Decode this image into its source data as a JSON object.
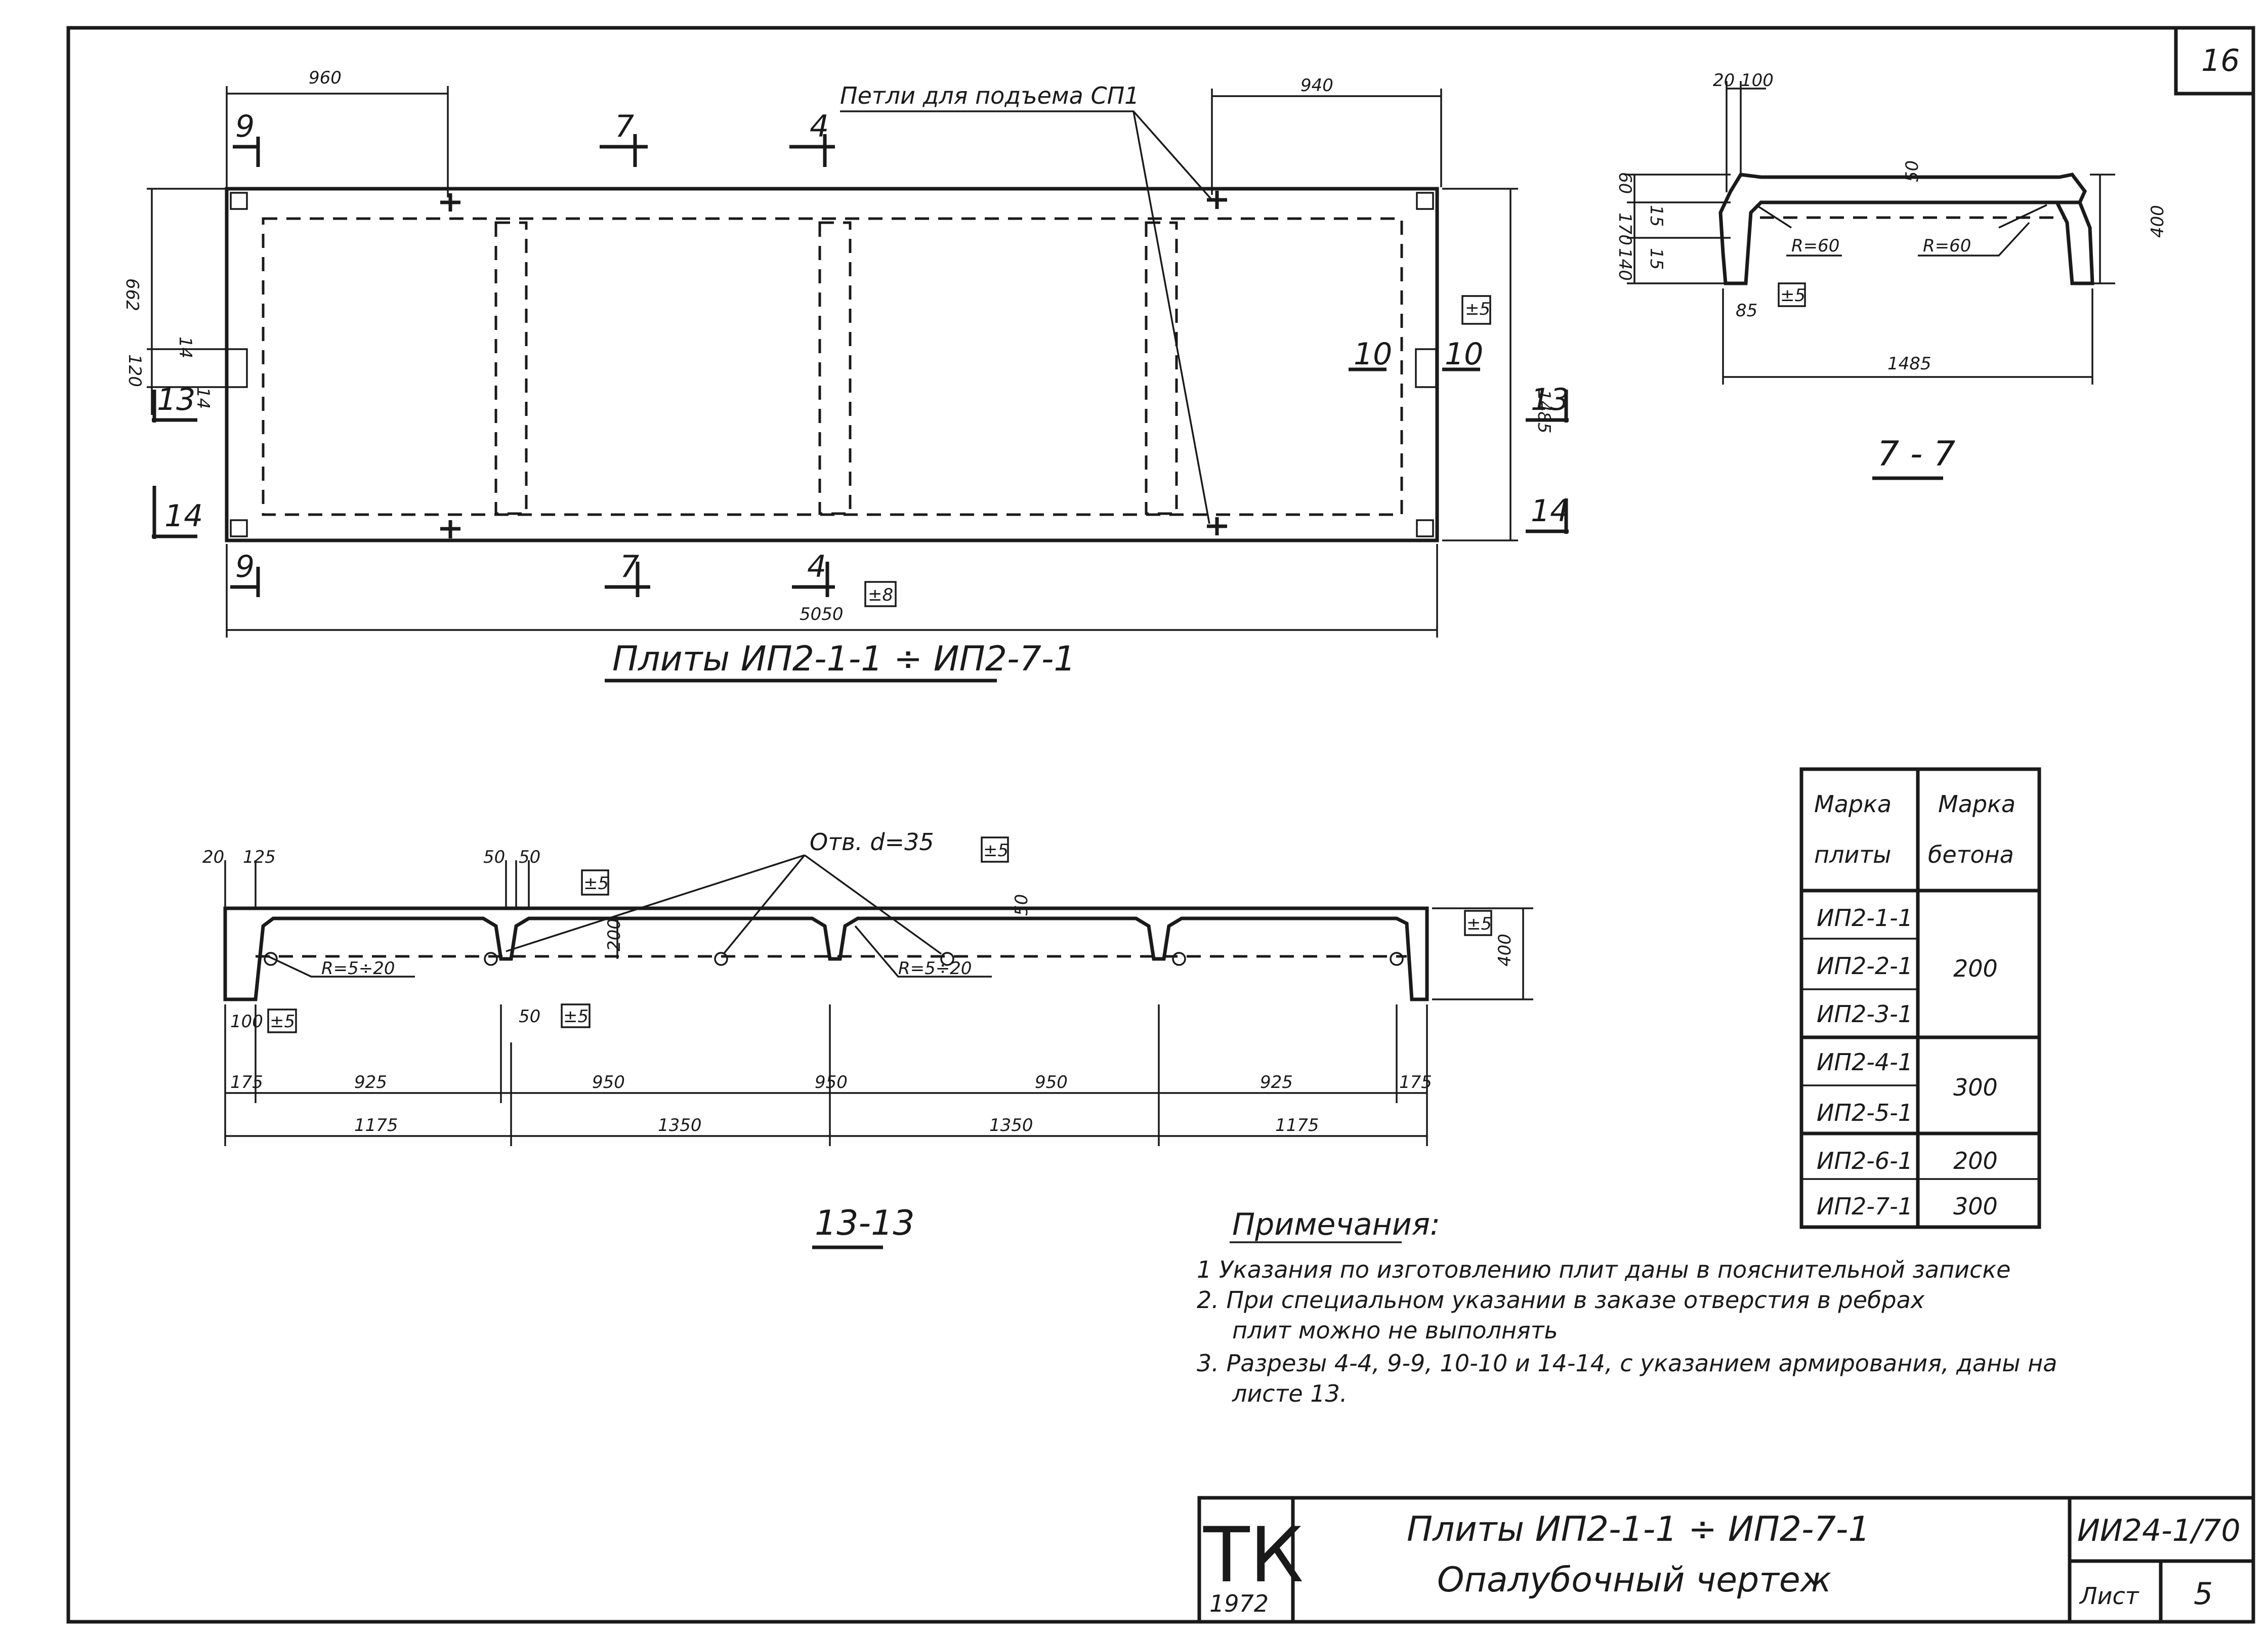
{
  "sheet_corner": "16",
  "plan": {
    "title": "Плиты ИП2-1-1 ÷ ИП2-7-1",
    "loops_label": "Петли для подъема СП1",
    "dim_left_top": "960",
    "dim_right_top": "940",
    "dim_total": "5050",
    "dim_height": "1485",
    "dim_side_top": "662",
    "dim_side_a": "120",
    "dim_side_b": "14",
    "dim_side_c": "14",
    "tol_height": "±5",
    "tol_length": "±8",
    "cuts": [
      "9",
      "7",
      "4",
      "10",
      "13",
      "14"
    ]
  },
  "section77": {
    "title": "7 - 7",
    "dims_top": [
      "20",
      "100"
    ],
    "dims_left": [
      "60",
      "170",
      "140"
    ],
    "dims_left_in": [
      "15",
      "15"
    ],
    "dim_width": "1485",
    "dim_height": "400",
    "dim_base": "85",
    "r_left": "R=60",
    "r_right": "R=60",
    "dim_top_small": "50",
    "tol": "±5"
  },
  "section1313": {
    "title": "13-13",
    "holes_label": "Отв. d=35",
    "dims_top": [
      "20",
      "125",
      "50",
      "50",
      "50"
    ],
    "dim_height_rib": "200",
    "dim_height": "400",
    "r_left": "R=5÷20",
    "r_right": "R=5÷20",
    "dim_bottom_a": "100",
    "dim_bottom_b": "50",
    "tol": "±5",
    "row1": [
      "175",
      "925",
      "950",
      "950",
      "950",
      "925",
      "175"
    ],
    "row2": [
      "1175",
      "1350",
      "1350",
      "1175"
    ]
  },
  "table": {
    "headers": [
      [
        "Марка",
        "плиты"
      ],
      [
        "Марка",
        "бетона"
      ]
    ],
    "plates": [
      "ИП2-1-1",
      "ИП2-2-1",
      "ИП2-3-1",
      "ИП2-4-1",
      "ИП2-5-1",
      "ИП2-6-1",
      "ИП2-7-1"
    ],
    "concrete": [
      "200",
      "300",
      "200",
      "300"
    ]
  },
  "notes": {
    "title": "Примечания:",
    "items": [
      "1  Указания по изготовлению плит даны в пояснительной записке",
      "2. При специальном указании в заказе отверстия в ребрах",
      "плит можно не выполнять",
      "3. Разрезы 4-4, 9-9, 10-10 и 14-14, с указанием армирования, даны на",
      "листе 13."
    ]
  },
  "titleblock": {
    "org": "ТК",
    "year": "1972",
    "line1": "Плиты ИП2-1-1 ÷ ИП2-7-1",
    "line2": "Опалубочный   чертеж",
    "code": "ИИ24-1/70",
    "sheet_label": "Лист",
    "sheet_no": "5"
  }
}
